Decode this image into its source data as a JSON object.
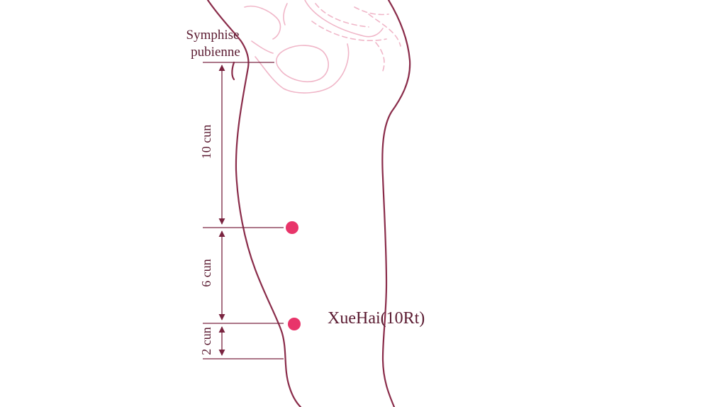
{
  "labels": {
    "landmark_line1": "Symphise",
    "landmark_line2": "pubienne",
    "distance_upper": "10 cun",
    "distance_middle": "6 cun",
    "distance_lower": "2 cun",
    "point_name": "XueHai(10Rt)"
  },
  "colors": {
    "outline": "#8a2c4a",
    "pelvis_bone": "#f0b6c8",
    "acupoint": "#e8356a",
    "text": "#5a1a30"
  }
}
